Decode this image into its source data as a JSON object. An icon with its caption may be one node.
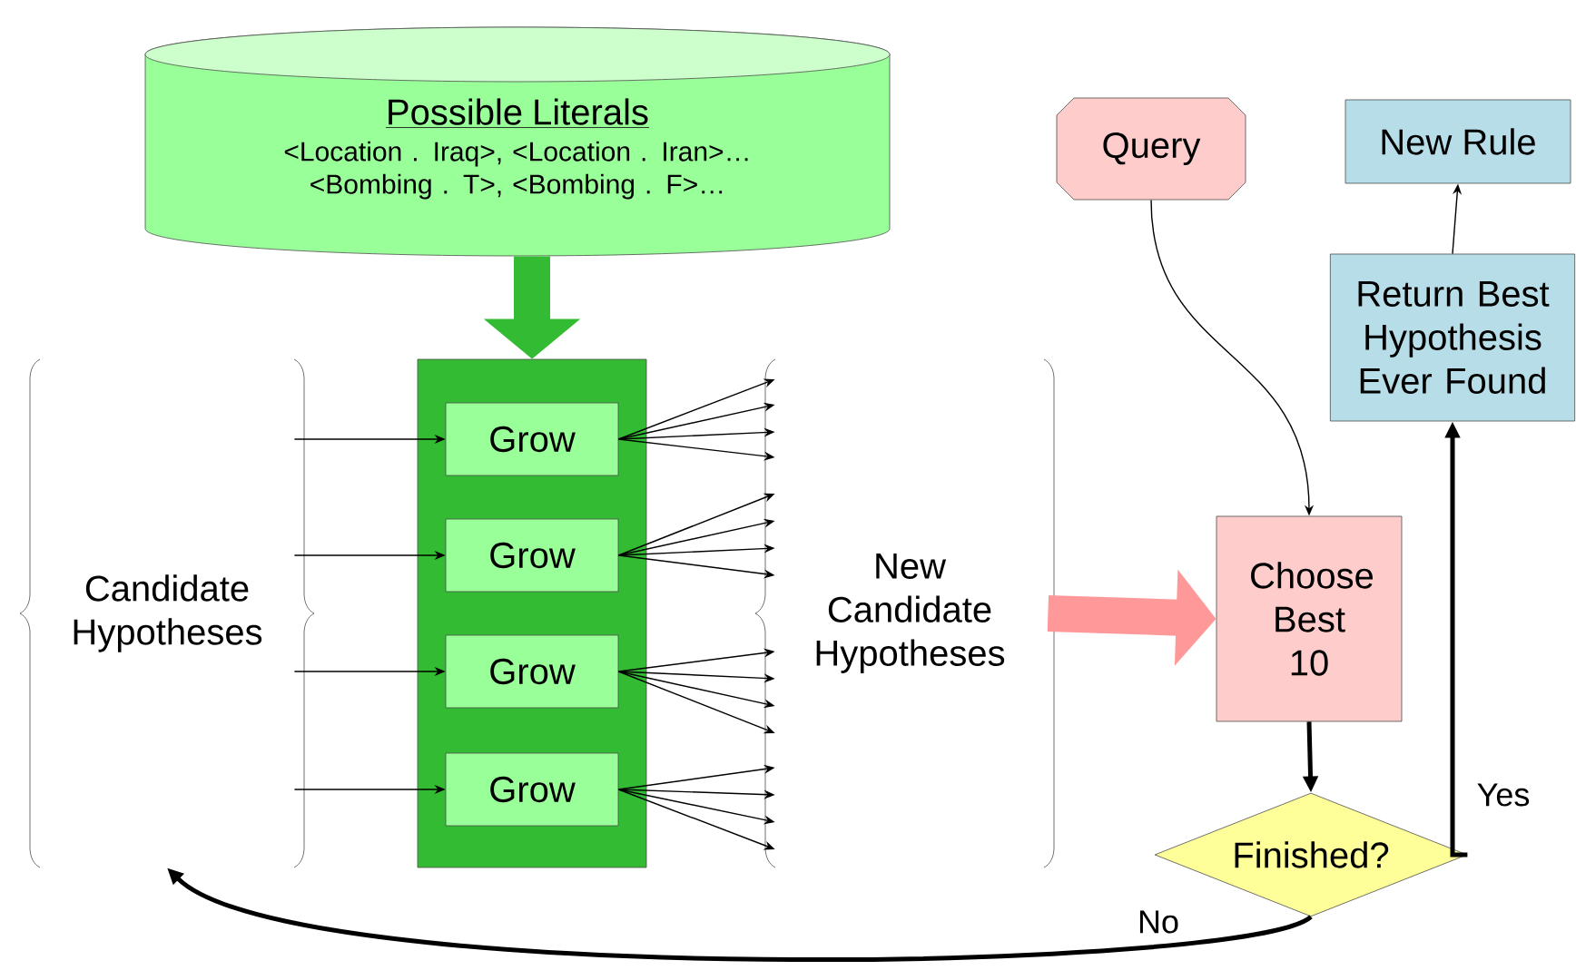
{
  "diagram": {
    "nodes": [
      {
        "text": [
          "Possible Literals",
          "<Location . Iraq>, <Location . Iran>… <Bombing . T>, <Bombing . F>…"
        ]
      },
      {
        "text": [
          "Query"
        ]
      },
      {
        "text": [
          "New Rule"
        ]
      },
      {
        "text": [
          "Return Best Hypothesis Ever Found"
        ]
      },
      {
        "text": [],
        "shape": "box"
      },
      {
        "text": [
          "Grow"
        ],
        "in": 4
      },
      {
        "text": [
          "Grow"
        ],
        "in": 4
      },
      {
        "text": [
          "Grow"
        ],
        "in": 4
      },
      {
        "text": [
          "Grow"
        ],
        "in": 4
      },
      {
        "text": [
          "Candidate Hypotheses"
        ]
      },
      {
        "text": [
          "New Candidate Hypotheses"
        ]
      },
      {
        "text": [
          "Choose Best 10"
        ]
      },
      {
        "text": [
          "Finished?"
        ]
      }
    ],
    "edges": [
      {
        "from": 0,
        "to": 4,
        "arrow": "to",
        "style": "thick",
        "color": "#33bb33"
      },
      {
        "from": 9,
        "to": 5,
        "arrow": "to"
      },
      {
        "from": 9,
        "to": 6,
        "arrow": "to"
      },
      {
        "from": 9,
        "to": 7,
        "arrow": "to"
      },
      {
        "from": 9,
        "to": 8,
        "arrow": "to"
      },
      {
        "from": 5,
        "to": 10,
        "arrow": "to"
      },
      {
        "from": 5,
        "to": 10,
        "arrow": "to"
      },
      {
        "from": 5,
        "to": 10,
        "arrow": "to"
      },
      {
        "from": 5,
        "to": 10,
        "arrow": "to"
      },
      {
        "from": 6,
        "to": 10,
        "arrow": "to"
      },
      {
        "from": 6,
        "to": 10,
        "arrow": "to"
      },
      {
        "from": 6,
        "to": 10,
        "arrow": "to"
      },
      {
        "from": 6,
        "to": 10,
        "arrow": "to"
      },
      {
        "from": 7,
        "to": 10,
        "arrow": "to"
      },
      {
        "from": 7,
        "to": 10,
        "arrow": "to"
      },
      {
        "from": 7,
        "to": 10,
        "arrow": "to"
      },
      {
        "from": 7,
        "to": 10,
        "arrow": "to"
      },
      {
        "from": 8,
        "to": 10,
        "arrow": "to"
      },
      {
        "from": 8,
        "to": 10,
        "arrow": "to"
      },
      {
        "from": 8,
        "to": 10,
        "arrow": "to"
      },
      {
        "from": 8,
        "to": 10,
        "arrow": "to"
      },
      {
        "from": 10,
        "to": 11,
        "arrow": "to",
        "style": "thick",
        "color": "#ff9999"
      },
      {
        "from": 1,
        "to": 11,
        "arrow": "to"
      },
      {
        "from": 11,
        "to": 12,
        "arrow": "to",
        "style": "thick"
      },
      {
        "from": 12,
        "to": 3,
        "arrow": "to",
        "style": "thick",
        "label": "Yes"
      },
      {
        "from": 3,
        "to": 2,
        "arrow": "to"
      },
      {
        "from": 12,
        "to": 9,
        "arrow": "to",
        "style": "thick",
        "label": "No"
      }
    ]
  }
}
